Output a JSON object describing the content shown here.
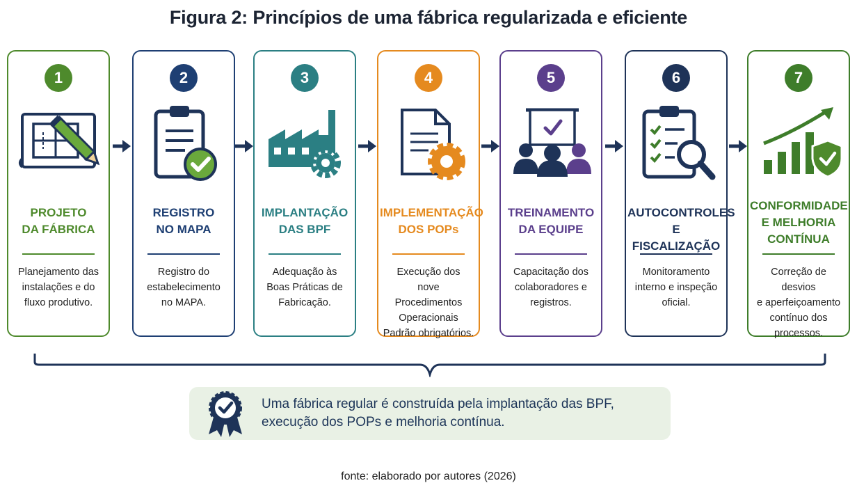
{
  "title": "Figura 2: Princípios de uma fábrica regularizada e eficiente",
  "steps": [
    {
      "number": "1",
      "heading": "PROJETO\nDA FÁBRICA",
      "description": "Planejamento das\ninstalações e do\nfluxo produtivo.",
      "color": "#4e8a2c",
      "icon": "blueprint-pencil-icon"
    },
    {
      "number": "2",
      "heading": "REGISTRO\nNO MAPA",
      "description": "Registro do\nestabelecimento\nno MAPA.",
      "color": "#1e3f73",
      "icon": "clipboard-check-icon"
    },
    {
      "number": "3",
      "heading": "IMPLANTAÇÃO\nDAS BPF",
      "description": "Adequação às\nBoas Práticas de\nFabricação.",
      "color": "#2b7f83",
      "icon": "factory-gear-icon"
    },
    {
      "number": "4",
      "heading": "IMPLEMENTAÇÃO\nDOS POPs",
      "description": "Execução dos\nnove Procedimentos\nOperacionais\nPadrão obrigatórios.",
      "color": "#e58a1f",
      "icon": "document-gear-icon"
    },
    {
      "number": "5",
      "heading": "TREINAMENTO\nDA EQUIPE",
      "description": "Capacitação dos\ncolaboradores e\nregistros.",
      "color": "#5b3f8c",
      "icon": "team-training-icon"
    },
    {
      "number": "6",
      "heading": "AUTOCONTROLES\nE FISCALIZAÇÃO",
      "description": "Monitoramento\ninterno e inspeção\noficial.",
      "color": "#1e3358",
      "icon": "checklist-magnifier-icon"
    },
    {
      "number": "7",
      "heading": "CONFORMIDADE\nE MELHORIA\nCONTÍNUA",
      "description": "Correção de desvios\ne aperfeiçoamento\ncontínuo dos\nprocessos.",
      "color": "#3e7d2a",
      "icon": "growth-chart-shield-icon"
    }
  ],
  "callout": {
    "text": "Uma fábrica regular é construída pela implantação das BPF,\nexecução dos POPs e melhoria contínua.",
    "icon": "award-badge-icon",
    "background": "#e9f1e5"
  },
  "source": "fonte: elaborado por autores (2026)",
  "arrow_color": "#1e3358"
}
